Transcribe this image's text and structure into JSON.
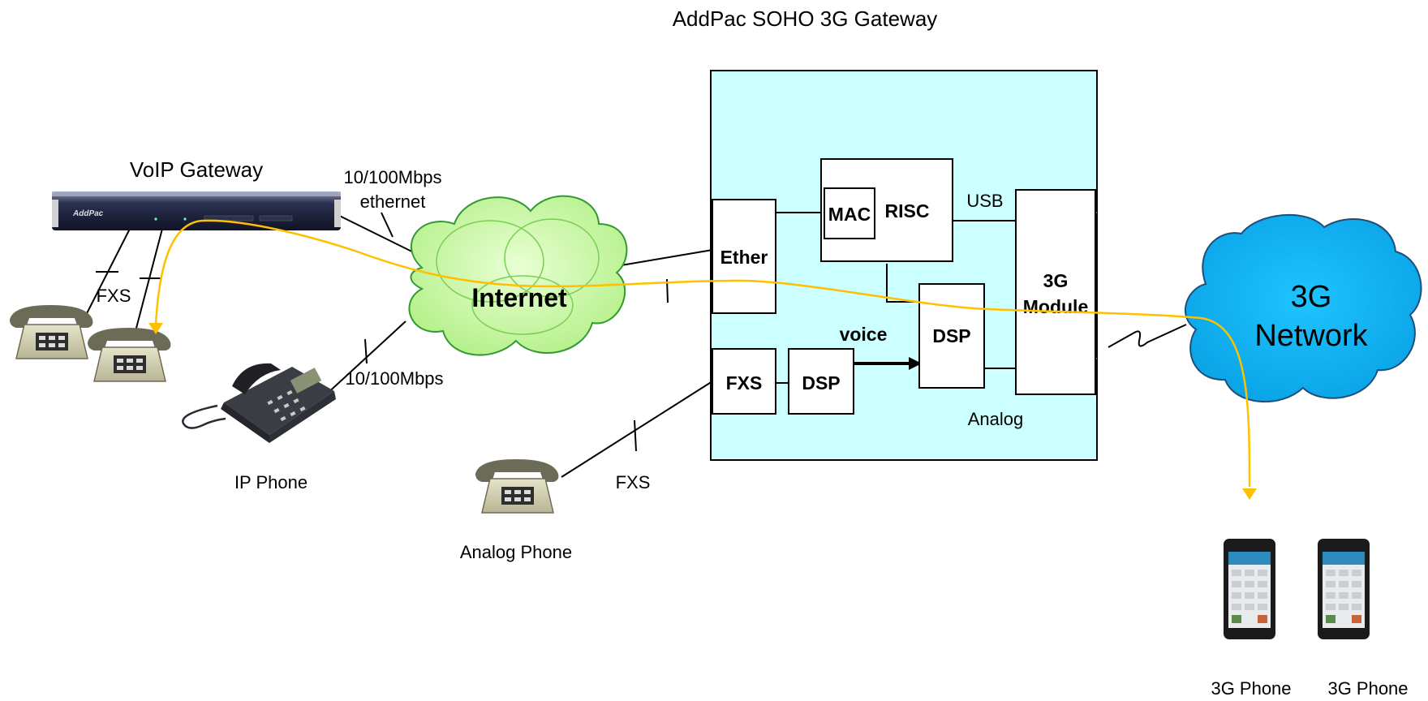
{
  "gateway_title": "AddPac SOHO 3G Gateway",
  "voip_gateway": {
    "label": "VoIP Gateway",
    "brand": "AddPac"
  },
  "links": {
    "ethernet_top": "10/100Mbps",
    "ethernet_bottom": "ethernet",
    "ip_phone_link": "10/100Mbps",
    "fxs_left": "FXS",
    "fxs_bottom": "FXS"
  },
  "internet": "Internet",
  "network_3g": {
    "line1": "3G",
    "line2": "Network"
  },
  "blocks": {
    "ether": "Ether",
    "mac": "MAC",
    "risc": "RISC",
    "usb": "USB",
    "module_line1": "3G",
    "module_line2": "Module",
    "dsp_right": "DSP",
    "dsp_left": "DSP",
    "fxs": "FXS",
    "voice": "voice",
    "analog": "Analog"
  },
  "devices": {
    "ip_phone": "IP Phone",
    "analog_phone": "Analog Phone",
    "phone_3g_a": "3G Phone",
    "phone_3g_b": "3G Phone"
  },
  "colors": {
    "gateway_fill": "#ccffff",
    "internet_fill": "#ccff99",
    "internet_stroke": "#339933",
    "network_3g_fill": "#00b0f0",
    "call_path": "#ffc000"
  }
}
